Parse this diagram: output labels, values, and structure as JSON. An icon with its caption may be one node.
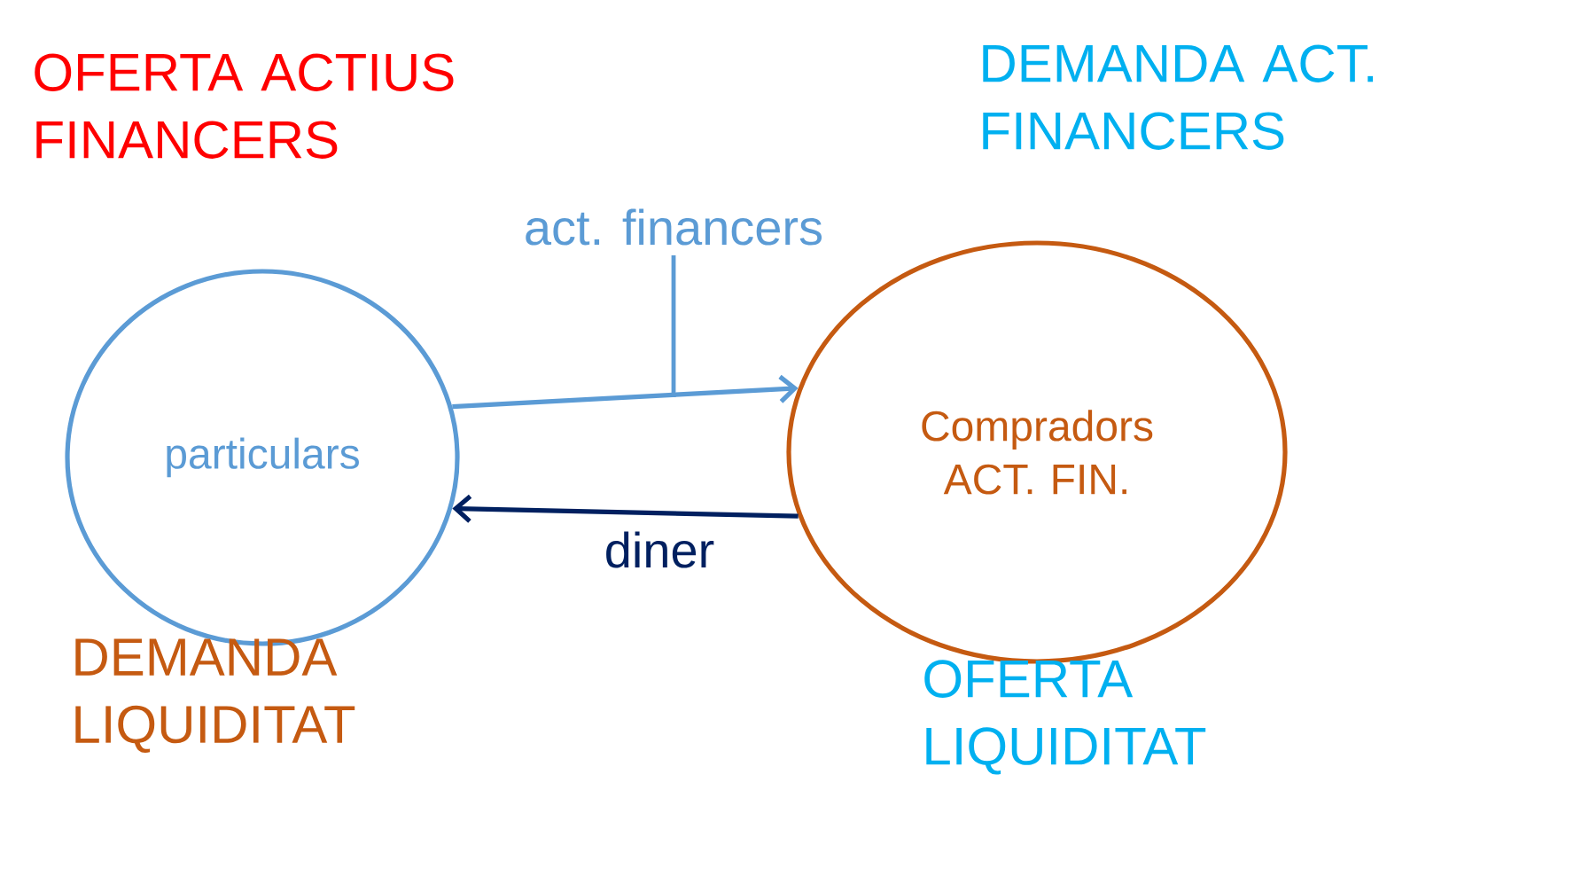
{
  "diagram": {
    "nodes": [
      {
        "text": [
          "particulars"
        ],
        "beside": [
          "OFERTA ACTIUS FINANCERS",
          "DEMANDA LIQUIDITAT"
        ]
      },
      {
        "text": [
          "Compradors ACT. FIN."
        ],
        "beside": [
          "DEMANDA ACT. FINANCERS",
          "OFERTA LIQUIDITAT"
        ]
      }
    ],
    "edges": [
      {
        "from": 0,
        "to": 1,
        "arrow": "to",
        "label": "act. financers"
      },
      {
        "from": 1,
        "to": 0,
        "arrow": "to",
        "label": "diner",
        "color": "#002060"
      }
    ]
  }
}
